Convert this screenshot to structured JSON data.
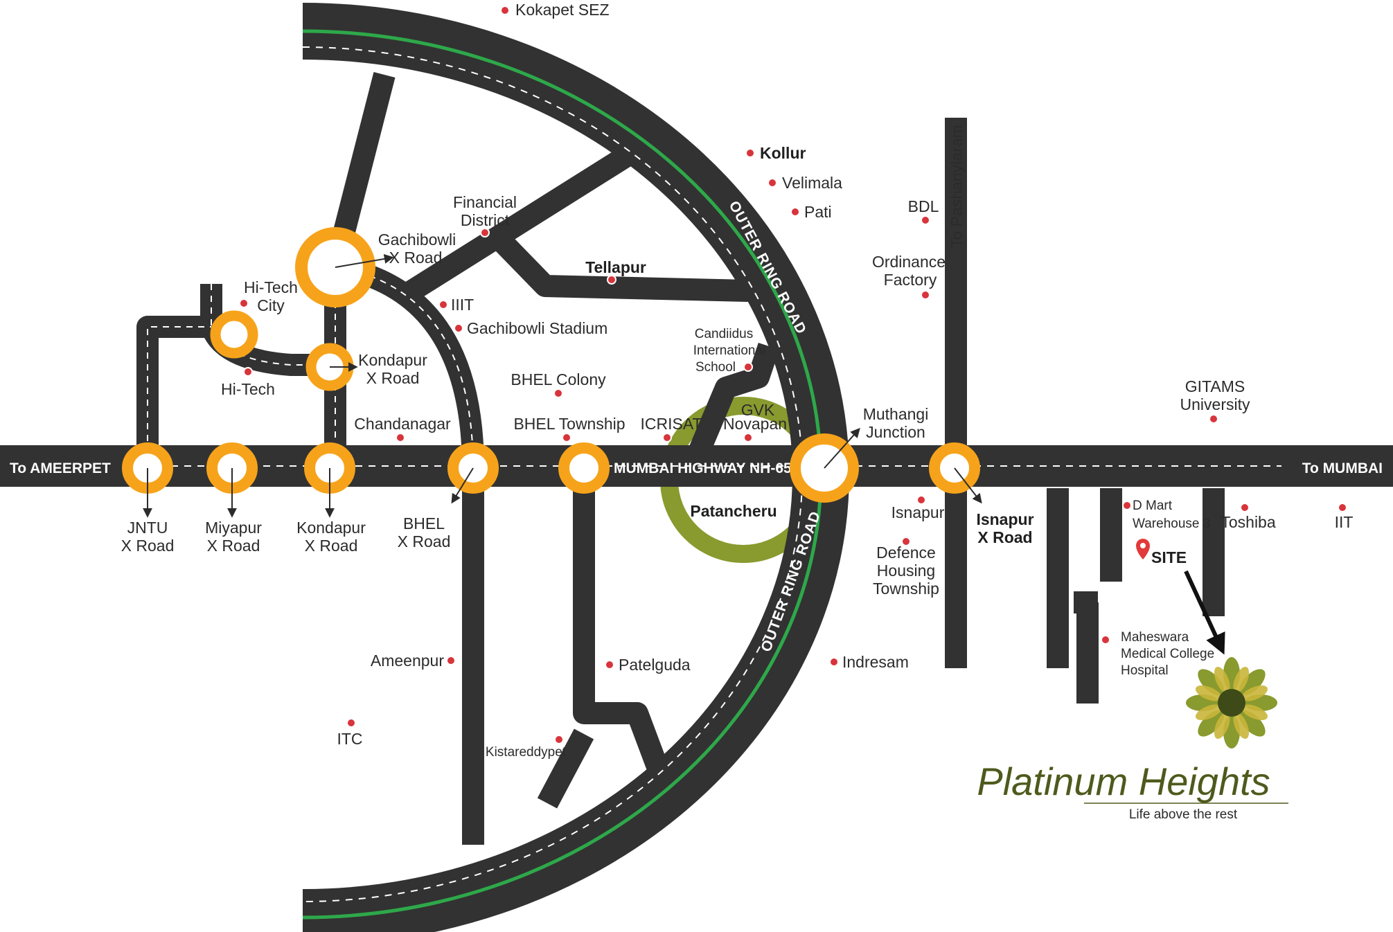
{
  "colors": {
    "road": "#323232",
    "ring_road_stripe": "#2ea84a",
    "junction": "#f6a31b",
    "patancheru_ring": "#899a2f",
    "poi_dot": "#d8343b",
    "site_pin": "#e13a3a",
    "brand": "#4e5a1c"
  },
  "highway": {
    "name": "MUMBAI HIGHWAY NH-65",
    "left_label": "To AMEERPET",
    "right_label": "To MUMBAI"
  },
  "outer_ring_road": {
    "label_upper": "OUTER RING ROAD",
    "label_lower": "OUTER RING ROAD"
  },
  "side_road": {
    "label": "To Pashanylaram"
  },
  "junctions": [
    {
      "name": "JNTU X Road",
      "line1": "JNTU",
      "line2": "X Road"
    },
    {
      "name": "Miyapur X Road",
      "line1": "Miyapur",
      "line2": "X Road"
    },
    {
      "name": "Kondapur X Road",
      "line1": "Kondapur",
      "line2": "X Road"
    },
    {
      "name": "BHEL X Road",
      "line1": "BHEL",
      "line2": "X Road"
    },
    {
      "name": "Isnapur X Road",
      "line1": "Isnapur",
      "line2": "X Road"
    },
    {
      "name": "Muthangi Junction",
      "line1": "Muthangi",
      "line2": "Junction"
    },
    {
      "name": "Gachibowli X Road",
      "line1": "Gachibowli",
      "line2": "X Road"
    },
    {
      "name": "Kondapur X Road",
      "line1": "Kondapur",
      "line2": "X Road"
    },
    {
      "name": "Hi-Tech City",
      "line1": "Hi-Tech",
      "line2": "City"
    }
  ],
  "places": {
    "kokapet": "Kokapet SEZ",
    "kollur": "Kollur",
    "velimala": "Velimala",
    "pati": "Pati",
    "financial_1": "Financial",
    "financial_2": "District",
    "tellapur": "Tellapur",
    "iiit": "IIIT",
    "gachibowli_stadium": "Gachibowli Stadium",
    "hitech": "Hi-Tech",
    "bhel_colony": "BHEL Colony",
    "chandanagar": "Chandanagar",
    "bhel_township": "BHEL Township",
    "icrisat": "ICRISAT",
    "gvk": "GVK",
    "novapan": "Novapan",
    "candiidus_1": "Candiidus",
    "candiidus_2": "International",
    "candiidus_3": "School",
    "patancheru": "Patancheru",
    "bdl": "BDL",
    "ordnance_1": "Ordinance",
    "ordnance_2": "Factory",
    "isnapur": "Isnapur",
    "defence_1": "Defence",
    "defence_2": "Housing",
    "defence_3": "Township",
    "gitams_1": "GITAMS",
    "gitams_2": "University",
    "dmart_1": "D Mart",
    "dmart_2": "Warehouse 3",
    "toshiba": "Toshiba",
    "iit": "IIT",
    "maheswara_1": "Maheswara",
    "maheswara_2": "Medical College",
    "maheswara_3": "Hospital",
    "ameenpur": "Ameenpur",
    "patelguda": "Patelguda",
    "indresam": "Indresam",
    "itc": "ITC",
    "kistareddypet": "Kistareddypet"
  },
  "site": {
    "label": "SITE"
  },
  "brand": {
    "name": "Platinum Heights",
    "tagline": "Life above the rest"
  }
}
